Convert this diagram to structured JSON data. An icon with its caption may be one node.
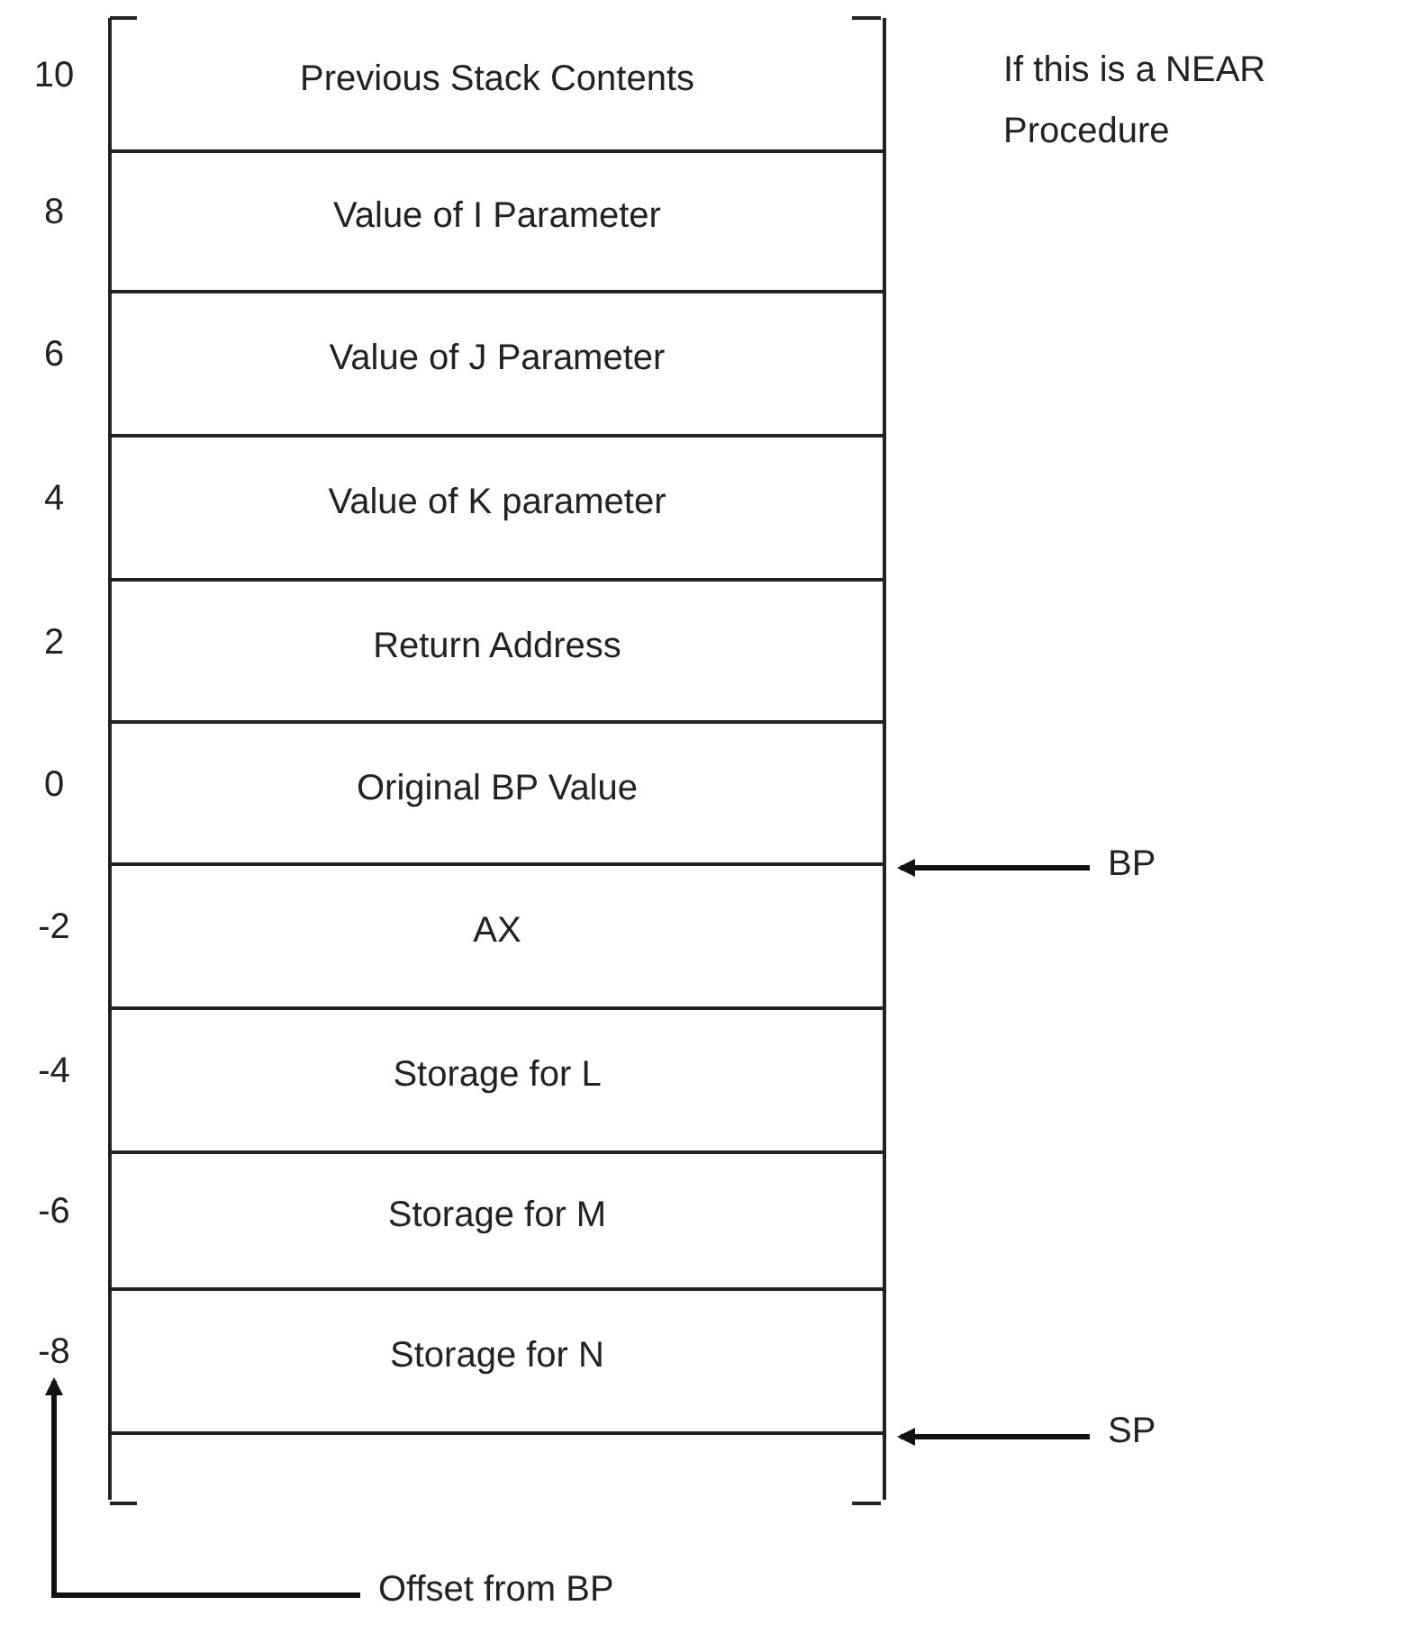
{
  "diagram": {
    "nodes": [
      {
        "text": [
          "Previous Stack Contents"
        ],
        "beside": [
          "10"
        ]
      },
      {
        "text": [
          "Value of I Parameter"
        ],
        "beside": [
          "8"
        ]
      },
      {
        "text": [
          "Value of J Parameter"
        ],
        "beside": [
          "6"
        ]
      },
      {
        "text": [
          "Value of K parameter"
        ],
        "beside": [
          "4"
        ]
      },
      {
        "text": [
          "Return Address"
        ],
        "beside": [
          "2"
        ]
      },
      {
        "text": [
          "Original BP Value"
        ],
        "beside": [
          "0"
        ]
      },
      {
        "text": [
          "AX"
        ],
        "beside": [
          "-2"
        ]
      },
      {
        "text": [
          "Storage for L"
        ],
        "beside": [
          "-4"
        ]
      },
      {
        "text": [
          "Storage for M"
        ],
        "beside": [
          "-6"
        ]
      },
      {
        "text": [
          "Storage for N"
        ],
        "beside": [
          "-8"
        ]
      },
      {
        "text": [],
        "shape": "box"
      },
      {
        "text": [
          "BP"
        ]
      },
      {
        "text": [
          "SP"
        ]
      },
      {
        "text": [
          "Offset from BP"
        ]
      }
    ],
    "edges": [
      {
        "from": 11,
        "to": 5,
        "arrow": "to"
      },
      {
        "from": 12,
        "to": 10,
        "arrow": "to"
      },
      {
        "from": 13,
        "to": 9,
        "arrow": "to"
      }
    ],
    "labels": [
      "If this is a NEAR Procedure"
    ]
  }
}
